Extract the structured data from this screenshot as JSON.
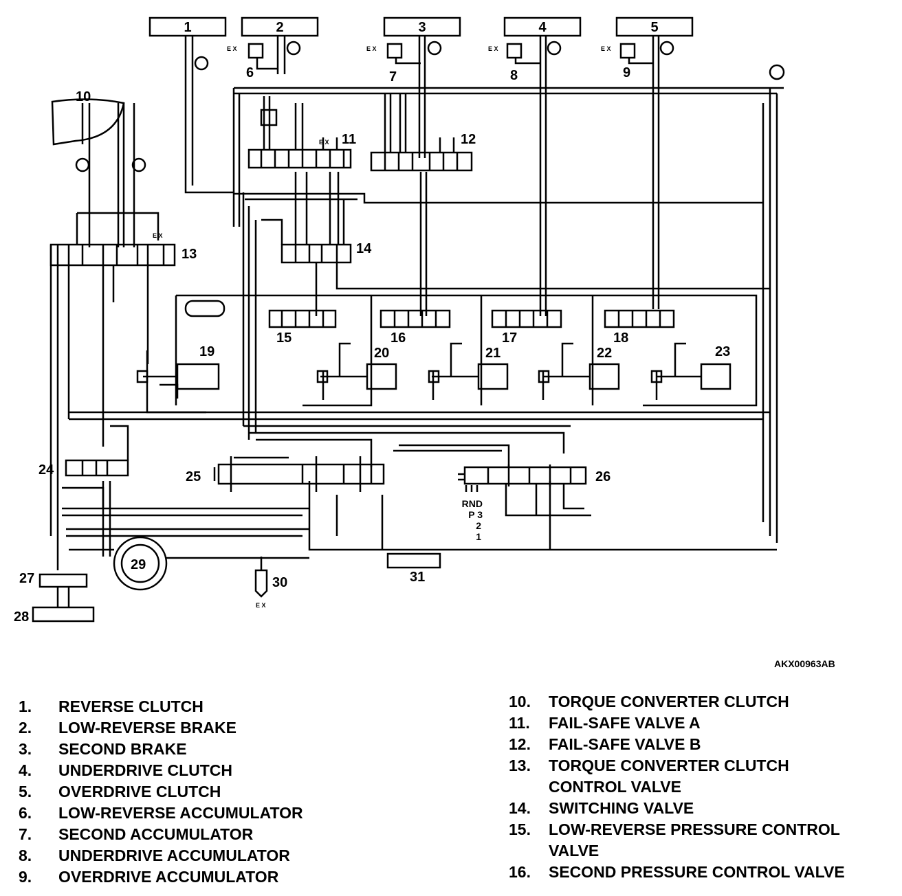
{
  "diagram": {
    "top_boxes": [
      "1",
      "2",
      "3",
      "4",
      "5"
    ],
    "component_numbers": {
      "n6": "6",
      "n7": "7",
      "n8": "8",
      "n9": "9",
      "n10": "10",
      "n11": "11",
      "n12": "12",
      "n13": "13",
      "n14": "14",
      "n15": "15",
      "n16": "16",
      "n17": "17",
      "n18": "18",
      "n19": "19",
      "n20": "20",
      "n21": "21",
      "n22": "22",
      "n23": "23",
      "n24": "24",
      "n25": "25",
      "n26": "26",
      "n27": "27",
      "n28": "28",
      "n29": "29",
      "n30": "30",
      "n31": "31"
    },
    "exhaust_label": "E X",
    "selector_positions": [
      "RND",
      "P 3",
      "2",
      "1"
    ],
    "reference_code": "AKX00963AB"
  },
  "legend": {
    "left": [
      {
        "num": "1.",
        "text": "REVERSE CLUTCH"
      },
      {
        "num": "2.",
        "text": "LOW-REVERSE BRAKE"
      },
      {
        "num": "3.",
        "text": "SECOND BRAKE"
      },
      {
        "num": "4.",
        "text": "UNDERDRIVE CLUTCH"
      },
      {
        "num": "5.",
        "text": "OVERDRIVE CLUTCH"
      },
      {
        "num": "6.",
        "text": "LOW-REVERSE ACCUMULATOR"
      },
      {
        "num": "7.",
        "text": "SECOND ACCUMULATOR"
      },
      {
        "num": "8.",
        "text": "UNDERDRIVE ACCUMULATOR"
      },
      {
        "num": "9.",
        "text": "OVERDRIVE ACCUMULATOR"
      }
    ],
    "right": [
      {
        "num": "10.",
        "text": "TORQUE CONVERTER CLUTCH"
      },
      {
        "num": "11.",
        "text": "FAIL-SAFE VALVE A"
      },
      {
        "num": "12.",
        "text": "FAIL-SAFE VALVE B"
      },
      {
        "num": "13.",
        "text": "TORQUE CONVERTER CLUTCH"
      },
      {
        "num": "",
        "text": "CONTROL VALVE"
      },
      {
        "num": "14.",
        "text": "SWITCHING VALVE"
      },
      {
        "num": "15.",
        "text": "LOW-REVERSE PRESSURE CONTROL"
      },
      {
        "num": "",
        "text": "VALVE"
      },
      {
        "num": "16.",
        "text": "SECOND PRESSURE CONTROL VALVE"
      }
    ]
  }
}
